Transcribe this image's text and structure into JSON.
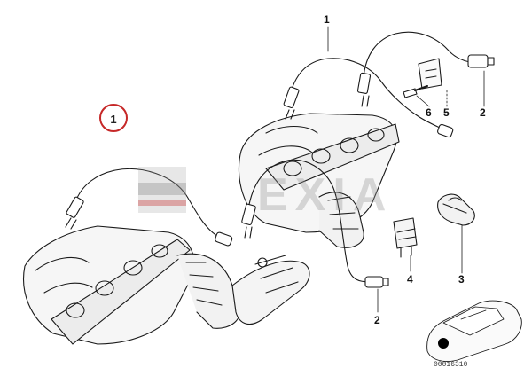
{
  "diagram": {
    "group_ref": "1",
    "callouts": {
      "c1": "1",
      "c2_top": "2",
      "c2_bottom": "2",
      "c3": "3",
      "c4": "4",
      "c5": "5",
      "c6": "6"
    },
    "watermark": "EXIA",
    "catalog_number": "00016310",
    "accent_color": "#c62828"
  }
}
